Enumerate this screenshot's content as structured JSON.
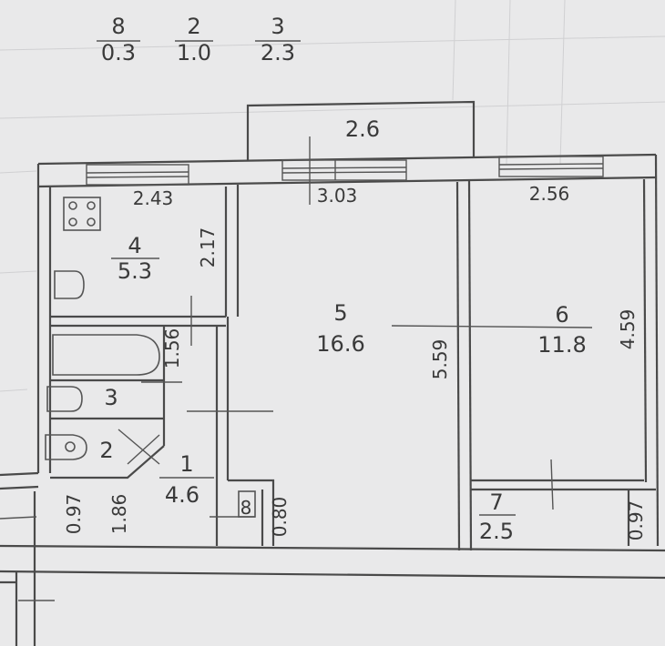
{
  "legend": [
    {
      "room": "8",
      "area": "0.3"
    },
    {
      "room": "2",
      "area": "1.0"
    },
    {
      "room": "3",
      "area": "2.3"
    }
  ],
  "balcony": {
    "width": "2.6"
  },
  "rooms": {
    "r4": {
      "num": "4",
      "area": "5.3"
    },
    "r5": {
      "num": "5",
      "area": "16.6"
    },
    "r6": {
      "num": "6",
      "area": "11.8"
    },
    "r1": {
      "num": "1",
      "area": "4.6"
    },
    "r3": {
      "num": "3"
    },
    "r2": {
      "num": "2"
    },
    "r7": {
      "num": "7",
      "area": "2.5"
    },
    "r8": {
      "num": "8"
    }
  },
  "dimensions": {
    "kitchen_width": "2.43",
    "kitchen_depth": "2.17",
    "room5_width": "3.03",
    "room5_depth": "5.59",
    "room6_width": "2.56",
    "room6_depth": "4.59",
    "bath_depth": "1.56",
    "hall_left": "0.97",
    "hall_mid": "1.86",
    "closet8": "0.80",
    "room7_side": "0.97"
  }
}
